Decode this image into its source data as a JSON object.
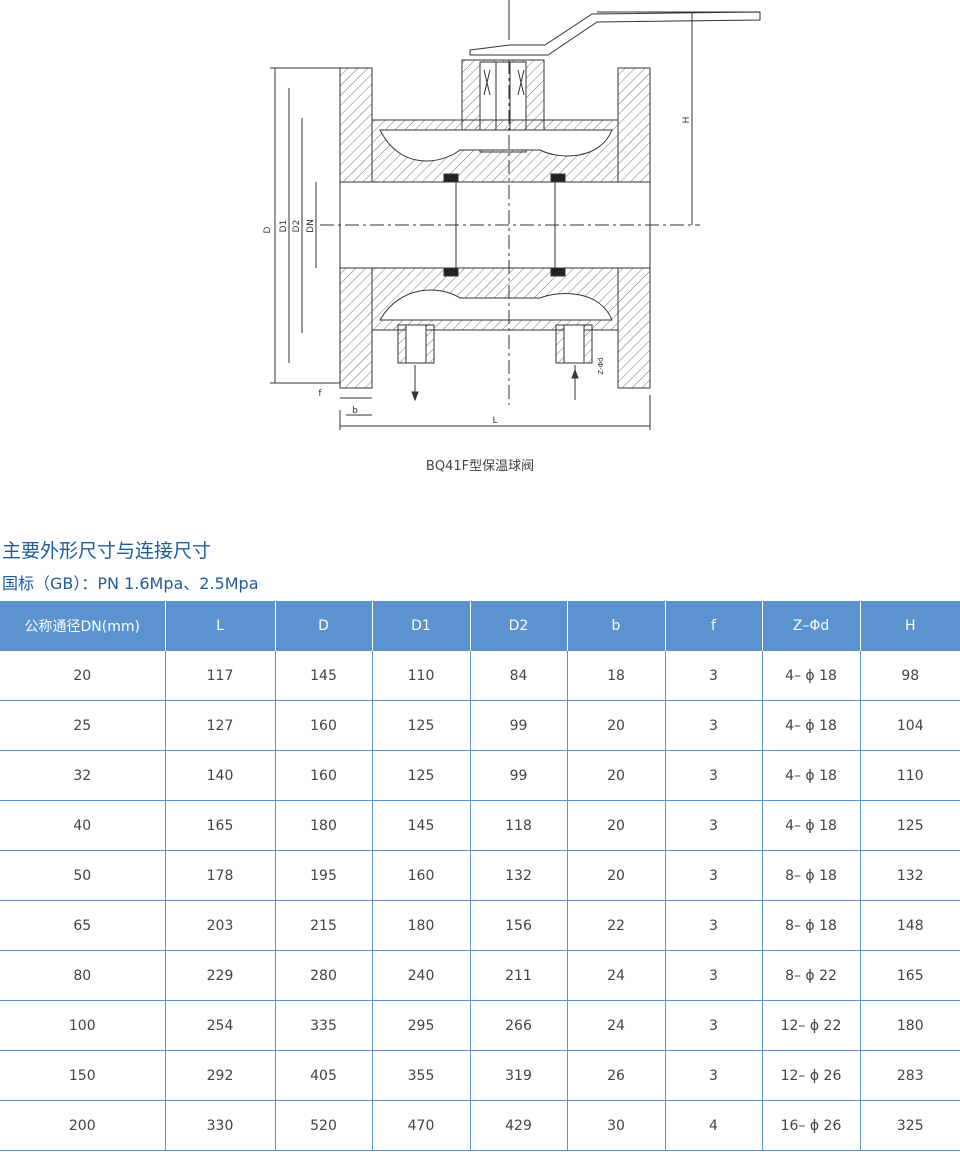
{
  "figure": {
    "caption": "BQ41F型保温球阀",
    "dimension_labels": {
      "D": "D",
      "D1": "D1",
      "D2": "D2",
      "DN": "DN",
      "H": "H",
      "L": "L",
      "f": "f",
      "b": "b",
      "Zd": "Z-Φd"
    }
  },
  "heading": "主要外形尺寸与连接尺寸",
  "subheading": "国标（GB）：PN 1.6Mpa、2.5Mpa",
  "table": {
    "columns": [
      "公称通径DN(mm)",
      "L",
      "D",
      "D1",
      "D2",
      "b",
      "f",
      "Z–Φd",
      "H"
    ],
    "rows": [
      [
        "20",
        "117",
        "145",
        "110",
        "84",
        "18",
        "3",
        "4– ϕ 18",
        "98"
      ],
      [
        "25",
        "127",
        "160",
        "125",
        "99",
        "20",
        "3",
        "4– ϕ 18",
        "104"
      ],
      [
        "32",
        "140",
        "160",
        "125",
        "99",
        "20",
        "3",
        "4– ϕ 18",
        "110"
      ],
      [
        "40",
        "165",
        "180",
        "145",
        "118",
        "20",
        "3",
        "4– ϕ 18",
        "125"
      ],
      [
        "50",
        "178",
        "195",
        "160",
        "132",
        "20",
        "3",
        "8– ϕ 18",
        "132"
      ],
      [
        "65",
        "203",
        "215",
        "180",
        "156",
        "22",
        "3",
        "8– ϕ 18",
        "148"
      ],
      [
        "80",
        "229",
        "280",
        "240",
        "211",
        "24",
        "3",
        "8– ϕ 22",
        "165"
      ],
      [
        "100",
        "254",
        "335",
        "295",
        "266",
        "24",
        "3",
        "12– ϕ 22",
        "180"
      ],
      [
        "150",
        "292",
        "405",
        "355",
        "319",
        "26",
        "3",
        "12– ϕ 26",
        "283"
      ],
      [
        "200",
        "330",
        "520",
        "470",
        "429",
        "30",
        "4",
        "16– ϕ 26",
        "325"
      ]
    ]
  },
  "colors": {
    "header_bg": "#5b93cf",
    "rule": "#5b93cf",
    "heading": "#1f5c9e"
  }
}
